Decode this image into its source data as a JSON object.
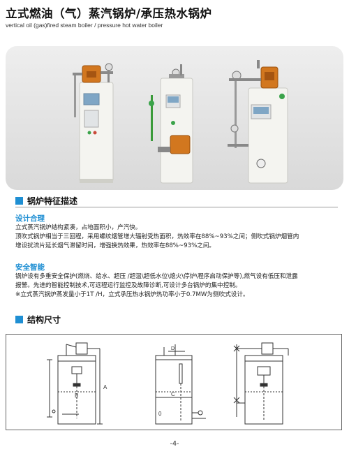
{
  "header": {
    "title": "立式燃油（气）蒸汽锅炉/承压热水锅炉",
    "subtitle": "vertical oil (gas)fired steam boiler / pressure hot water boiler"
  },
  "sections": {
    "description": {
      "heading": "锅炉特征描述"
    },
    "structure": {
      "heading": "结构尺寸"
    }
  },
  "design": {
    "subheading": "设计合理",
    "lines": [
      "立式蒸汽锅炉结构紧凑，占地面积小，产汽快。",
      "顶吹式锅炉相当于三回程，采用螺纹烟管增大辐射受热面积，热效率在88%~93%之间；侧吹式锅炉烟管内",
      "增设扰流片延长烟气滞留时间，增强换热效果，热效率在88%~93%之间。"
    ]
  },
  "safety": {
    "subheading": "安全智能",
    "lines": [
      "锅炉设有多重安全保护(燃烧、给水、超压 /超温\\超低水位\\熄火\\停炉\\程序启动保护等),燃气设有低压和泄露",
      "报警。先进的智能控制技术,可远程运行监控及故障诊断,可设计多台锅炉的集中控制。",
      "※立式蒸汽锅炉蒸发量小于1T /H，立式承压热水锅炉热功率小于0.7MW为侧吹式设计。"
    ]
  },
  "diagram_labels": {
    "dim_a": "A",
    "dim_b": "B",
    "dim_c": "C",
    "dim_d": "D",
    "zero": "0"
  },
  "footer": {
    "page": "-4-"
  },
  "colors": {
    "accent": "#1f8fd3",
    "boiler_body": "#f3f3ef",
    "photo_bg": "#e3e3e3"
  }
}
